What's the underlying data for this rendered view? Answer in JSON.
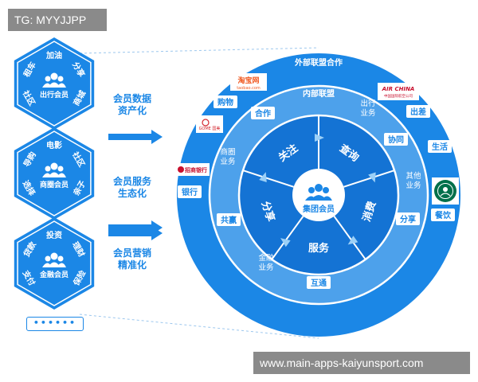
{
  "watermark": {
    "tag": "TG: MYYJJPP",
    "url": "www.main-apps-kaiyunsport.com"
  },
  "hexagons": [
    {
      "center": "出行会员",
      "items": [
        "加油",
        "分享",
        "商城",
        "社区",
        "租车"
      ]
    },
    {
      "center": "商圈会员",
      "items": [
        "电影",
        "社区",
        "亲子",
        "选择",
        "导购"
      ]
    },
    {
      "center": "金融会员",
      "items": [
        "投资",
        "理财",
        "保险",
        "支付",
        "贷款"
      ]
    }
  ],
  "arrow_labels": [
    [
      "会员数据",
      "资产化"
    ],
    [
      "会员服务",
      "生态化"
    ],
    [
      "会员营销",
      "精准化"
    ]
  ],
  "more_dots": "••••••",
  "circle": {
    "outer_title": "外部联盟合作",
    "middle_title": "内部联盟",
    "core": "集团会员",
    "sectors": [
      "关注",
      "查询",
      "消费",
      "服务",
      "分享"
    ],
    "middle_labels": [
      [
        "出行",
        "业务"
      ],
      [
        "其他",
        "业务"
      ],
      [
        "金融",
        "业务"
      ],
      [
        "商圈",
        "业务"
      ]
    ],
    "middle_chips": [
      "合作",
      "协同",
      "分享",
      "互通",
      "共赢"
    ],
    "outer_chips": [
      "购物",
      "出差",
      "生活",
      "餐饮",
      "银行"
    ],
    "logos": {
      "taobao": "淘宝网",
      "taobao_sub": "taobao.com",
      "airchina": "AIR CHINA",
      "airchina_sub": "中国国际航空公司",
      "bank": "招商银行",
      "gome": "GOME 国美"
    }
  },
  "colors": {
    "primary": "#1b87e6",
    "dark": "#0a64c4",
    "middle_ring": "#3d9de8",
    "inner": "#1473d4",
    "core": "#ffffff",
    "chip_bg": "#ffffff",
    "chip_text": "#1b87e6"
  }
}
